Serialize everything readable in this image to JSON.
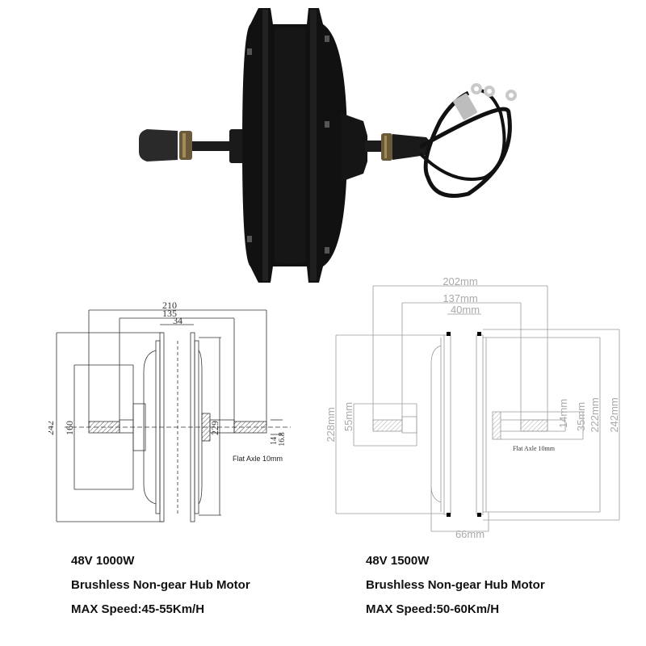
{
  "photo": {
    "subject": "hub-motor-photo"
  },
  "left_drawing": {
    "dims": {
      "overall_width": "210",
      "mid_width": "135",
      "rim_width": "34",
      "height": "242",
      "disc": "160",
      "hub_height": "229",
      "axle_a": "14",
      "axle_b": "16.8"
    },
    "axle_label": "Flat Axle 10mm"
  },
  "right_drawing": {
    "dims": {
      "overall_width": "202mm",
      "mid_width": "137mm",
      "rim_width": "40mm",
      "left_height": "228mm",
      "disc": "55mm",
      "axle_a": "14mm",
      "axle_b": "35mm",
      "inner_height": "222mm",
      "outer_height": "242mm",
      "bottom_width": "66mm"
    },
    "axle_label": "Flat Axle 10mm"
  },
  "specs_left": {
    "voltage_power": "48V 1000W",
    "type": "Brushless Non-gear Hub Motor",
    "speed": "MAX Speed:45-55Km/H"
  },
  "specs_right": {
    "voltage_power": "48V 1500W",
    "type": "Brushless Non-gear Hub Motor",
    "speed": "MAX Speed:50-60Km/H"
  },
  "colors": {
    "motor_body": "#111111",
    "left_line": "#333333",
    "right_line": "#9a9a9a",
    "text": "#111111"
  }
}
